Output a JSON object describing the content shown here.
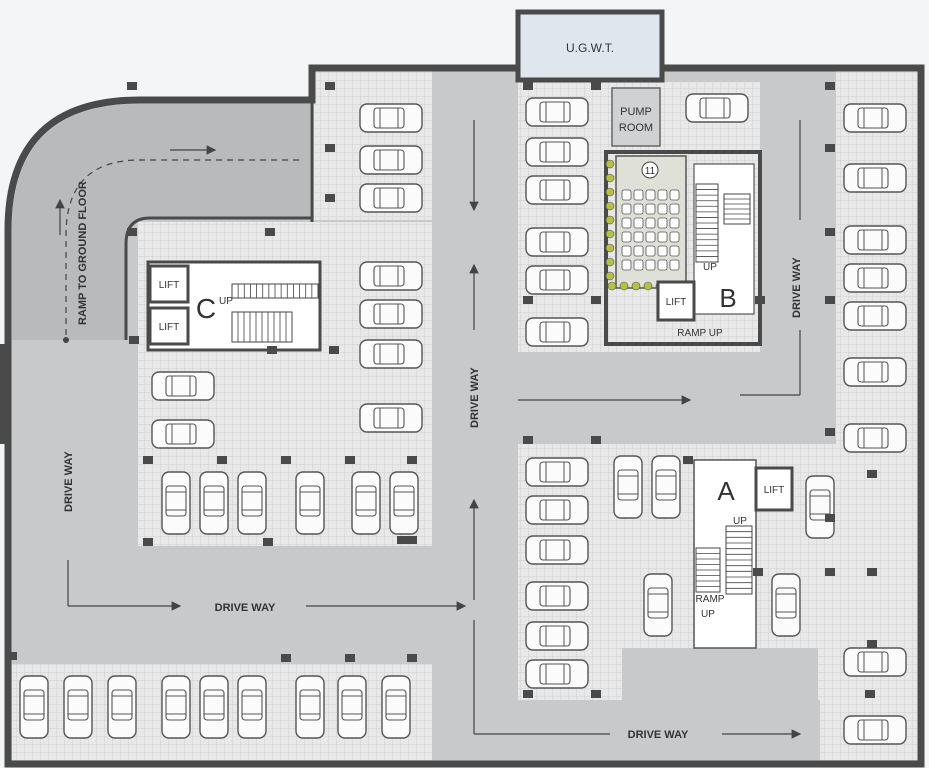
{
  "labels": {
    "ugwt": "U.G.W.T.",
    "pump_line1": "PUMP",
    "pump_line2": "ROOM",
    "ramp_to_ground": "RAMP TO GROUND FLOOR",
    "drive_way_left": "DRIVE WAY",
    "drive_way_bottom_left": "DRIVE WAY",
    "drive_way_center": "DRIVE WAY",
    "drive_way_right": "DRIVE WAY",
    "drive_way_bottom_right": "DRIVE WAY",
    "lift": "LIFT",
    "block_a": "A",
    "block_b": "B",
    "block_c": "C",
    "up": "UP",
    "ramp_up": "RAMP UP",
    "ramp": "RAMP",
    "eleven": "11"
  },
  "colors": {
    "wall": "#4a4a4a",
    "driveway": "#c7c9cb",
    "parking": "#e6e6e6",
    "ugwt_fill": "#dfe6ee",
    "arrow": "#444444"
  }
}
